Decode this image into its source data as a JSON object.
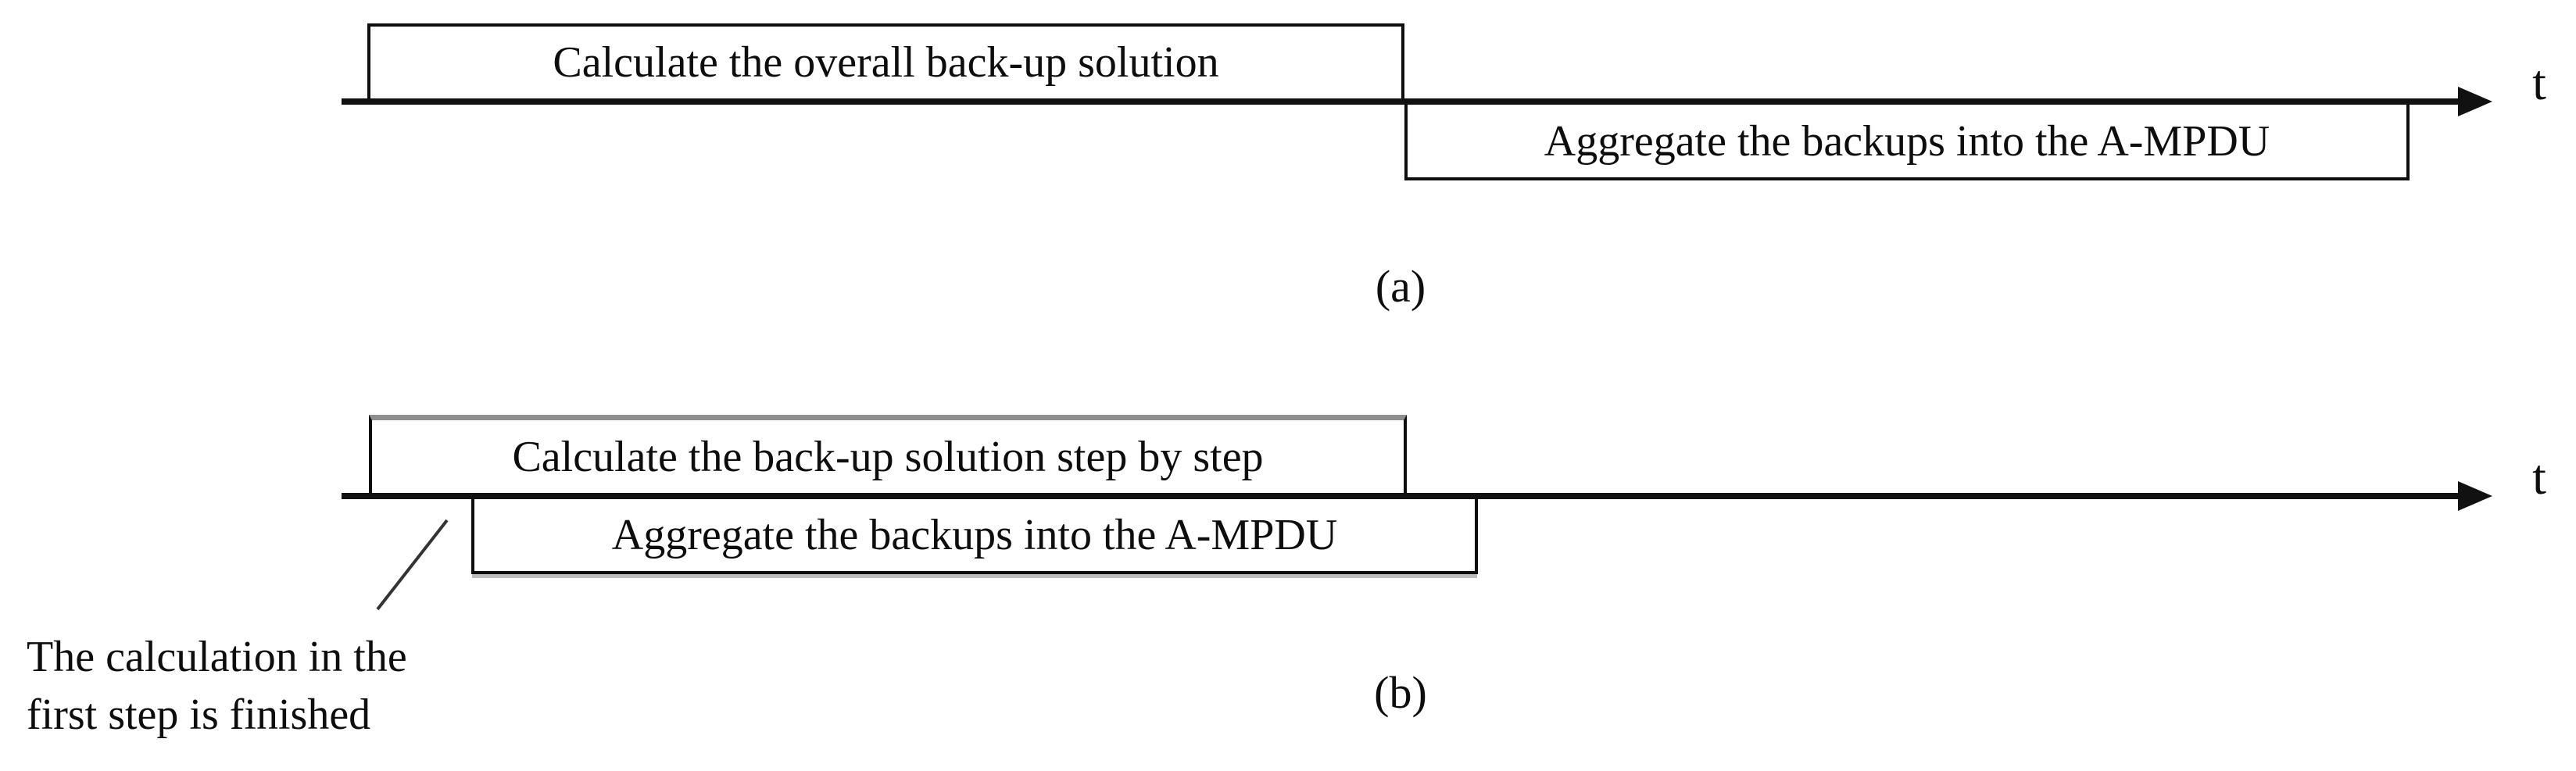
{
  "figure": {
    "background_color": "#ffffff",
    "line_color": "#111111",
    "shadow_color": "#8f8f8f",
    "panel_a": {
      "label": "(a)",
      "axis_label": "t",
      "box1": "Calculate the overall back-up solution",
      "box2": "Aggregate the backups into the A-MPDU"
    },
    "panel_b": {
      "label": "(b)",
      "axis_label": "t",
      "box1": "Calculate the back-up solution step by step",
      "box2": "Aggregate the backups into the A-MPDU",
      "annotation_line1": "The calculation in the",
      "annotation_line2": "first step is finished"
    }
  }
}
